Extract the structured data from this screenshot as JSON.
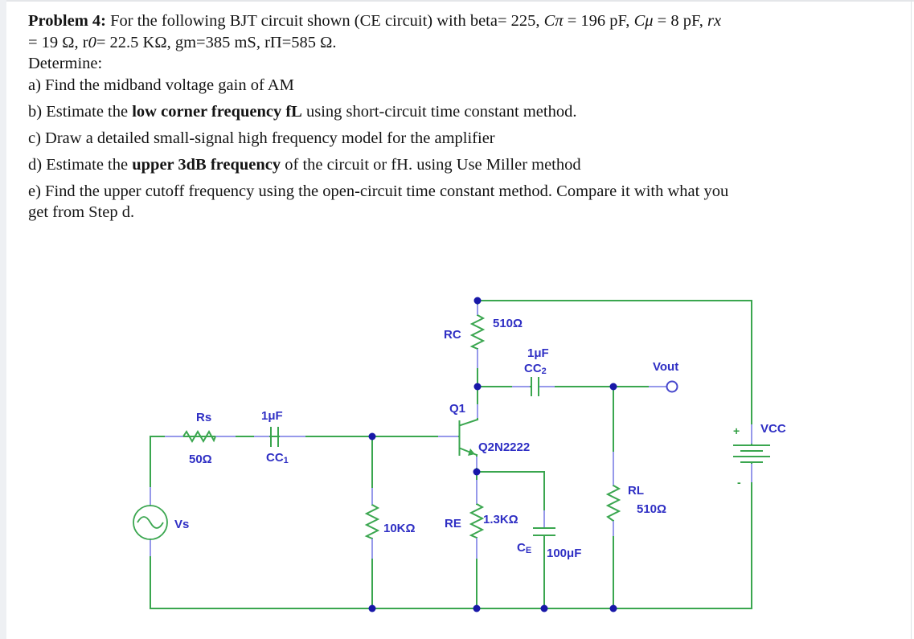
{
  "problem": {
    "lines": [
      {
        "segments": [
          {
            "t": "Problem 4:",
            "b": true
          },
          {
            "t": " For the following BJT circuit shown (CE circuit) with beta= 225, "
          },
          {
            "t": "Cπ",
            "i": true
          },
          {
            "t": " = 196 pF, "
          },
          {
            "t": "Cμ",
            "i": true
          },
          {
            "t": " = 8 pF, "
          },
          {
            "t": "rx",
            "i": true
          }
        ]
      },
      {
        "segments": [
          {
            "t": "= 19 Ω, r"
          },
          {
            "t": "0",
            "i": true
          },
          {
            "t": "= 22.5 KΩ, gm=385 mS, rΠ=585 Ω."
          }
        ]
      },
      {
        "segments": [
          {
            "t": "Determine:"
          }
        ]
      },
      {
        "segments": [
          {
            "t": "a) Find the midband voltage gain of AM"
          }
        ]
      },
      {
        "segments": [
          {
            "t": "b) Estimate the "
          },
          {
            "t": "low corner frequency fL",
            "b": true
          },
          {
            "t": " using short-circuit time constant method."
          }
        ]
      },
      {
        "segments": [
          {
            "t": "c) Draw a detailed small-signal high frequency model for the amplifier"
          }
        ]
      },
      {
        "segments": [
          {
            "t": "d) Estimate the "
          },
          {
            "t": "upper 3dB frequency",
            "b": true
          },
          {
            "t": " of the circuit or fH. using Use Miller method"
          }
        ]
      },
      {
        "segments": [
          {
            "t": "e) Find the upper cutoff frequency using the open-circuit time constant method. Compare it with what you"
          }
        ]
      },
      {
        "segments": [
          {
            "t": "get from Step d."
          }
        ]
      }
    ]
  },
  "circuit": {
    "rc": {
      "name": "RC",
      "value": "510Ω"
    },
    "cc2": {
      "name": "CC",
      "sub": "2",
      "value": "1μF"
    },
    "vout": "Vout",
    "q1": {
      "ref": "Q1",
      "model": "Q2N2222"
    },
    "rs": {
      "name": "Rs",
      "value": "50Ω"
    },
    "cc1": {
      "name": "CC",
      "sub": "1",
      "value": "1μF"
    },
    "vs": "Vs",
    "rb": {
      "value": "10KΩ"
    },
    "re": {
      "name": "RE",
      "value": "1.3KΩ"
    },
    "ce": {
      "name": "C",
      "sub": "E",
      "value": "100μF"
    },
    "rl": {
      "name": "RL",
      "value": "510Ω"
    },
    "vcc": {
      "name": "VCC",
      "plus": "+",
      "minus": "-"
    },
    "colors": {
      "wire": "#3aa64f",
      "lead": "#9699ea",
      "label": "#2f2fc4",
      "junction": "#1818a8"
    }
  }
}
